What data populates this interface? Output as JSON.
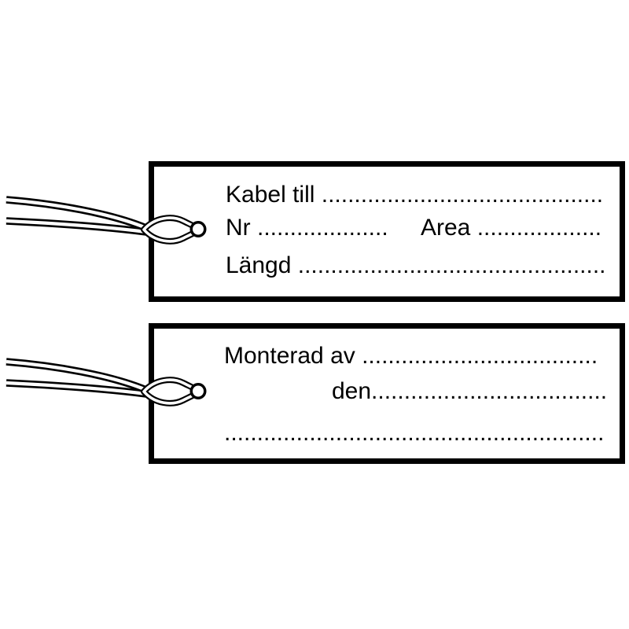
{
  "colors": {
    "ink": "#000000",
    "paper": "#ffffff"
  },
  "tag1": {
    "line1": "Kabel till ...........................................",
    "line2_left": "Nr ....................",
    "line2_right": "Area ...................",
    "line3": "Längd ..............................................."
  },
  "tag2": {
    "line1": "Monterad av ....................................",
    "line2": "den....................................",
    "line3": ".........................................................."
  }
}
